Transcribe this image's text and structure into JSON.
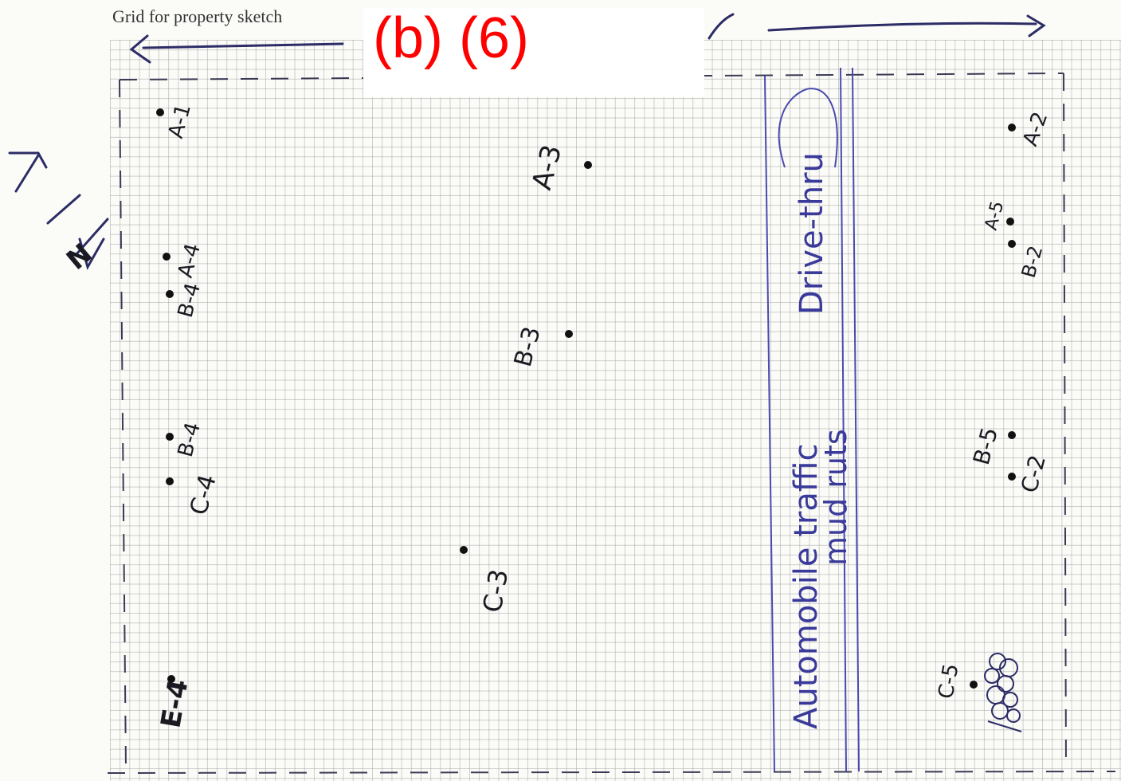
{
  "document": {
    "grid_title": "Grid for property sketch",
    "part_label": "(b) (6)",
    "colors": {
      "ink": "#1a1a22",
      "blue_ink": "#3a3a9a",
      "label_red": "#ff0000",
      "grid_line": "#969696"
    }
  },
  "sketch": {
    "north_arrow": "N",
    "sample_points": [
      {
        "id": "a1",
        "label": "A-1"
      },
      {
        "id": "a3",
        "label": "A-3"
      },
      {
        "id": "a4",
        "label": "A-4"
      },
      {
        "id": "b4top",
        "label": "B-4"
      },
      {
        "id": "b4",
        "label": "B-4"
      },
      {
        "id": "c4",
        "label": "C-4"
      },
      {
        "id": "e4",
        "label": "E-4"
      },
      {
        "id": "b3",
        "label": "B-3"
      },
      {
        "id": "c3",
        "label": "C-3"
      },
      {
        "id": "a2",
        "label": "A-2"
      },
      {
        "id": "a5",
        "label": "A-5"
      },
      {
        "id": "b2",
        "label": "B-2"
      },
      {
        "id": "b5",
        "label": "B-5"
      },
      {
        "id": "c2",
        "label": "C-2"
      },
      {
        "id": "c5",
        "label": "C-5"
      }
    ],
    "annotations": {
      "drive_thru": "Drive-thru",
      "traffic_line1": "Automobile traffic",
      "traffic_line2": "mud ruts"
    }
  }
}
